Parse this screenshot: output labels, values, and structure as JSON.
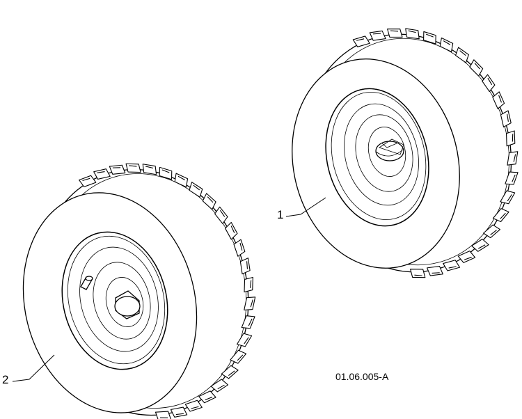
{
  "callouts": {
    "wheel_1": "1",
    "wheel_2": "2"
  },
  "reference_code": "01.06.005-A",
  "colors": {
    "line": "#000000",
    "background": "#ffffff"
  }
}
